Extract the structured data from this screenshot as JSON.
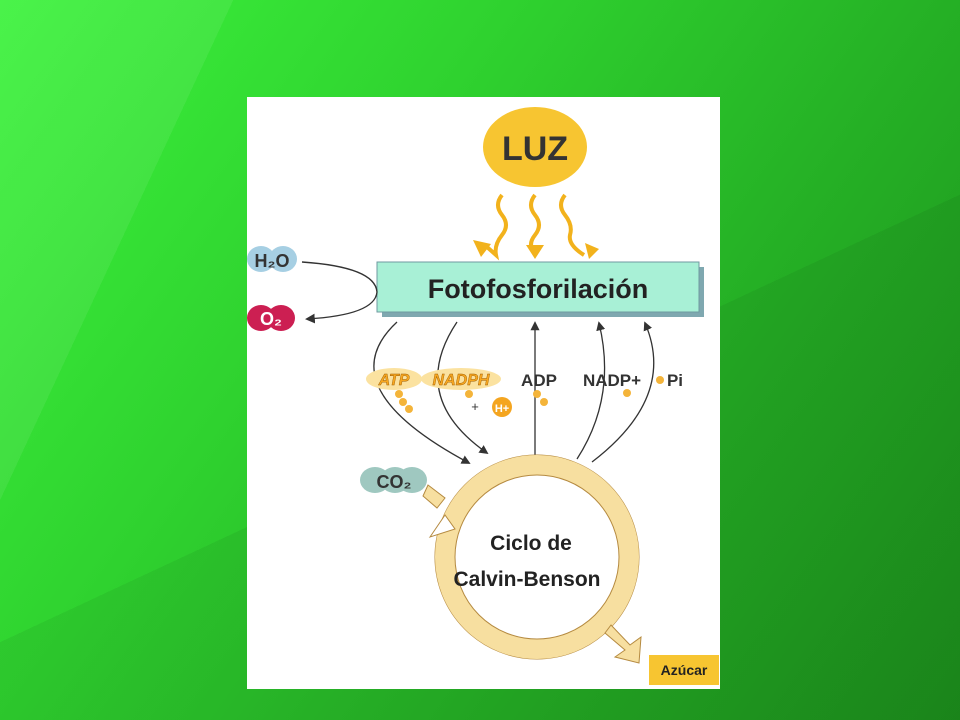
{
  "diagram": {
    "light_label": "LUZ",
    "process_label": "Fotofosforilación",
    "water_label": "H₂O",
    "oxygen_label": "O₂",
    "atp_label": "ATP",
    "nadph_label": "NADPH",
    "adp_label": "ADP",
    "nadp_label": "NADP+",
    "pi_label": "Pi",
    "plus_sign": "+",
    "h_label": "H+",
    "co2_label": "CO₂",
    "cycle_line1": "Ciclo de",
    "cycle_line2": "Calvin-Benson",
    "sugar_label": "Azúcar"
  },
  "colors": {
    "background_green": "#2fc42f",
    "sun_yellow": "#f7c531",
    "box_mint": "#a8f0d6",
    "cycle_cream": "#f7dfa0",
    "oxygen_red": "#cc1f52",
    "water_blue": "#a6cfe3",
    "co2_teal": "#9fc8c0",
    "sugar_box": "#f7c531"
  }
}
